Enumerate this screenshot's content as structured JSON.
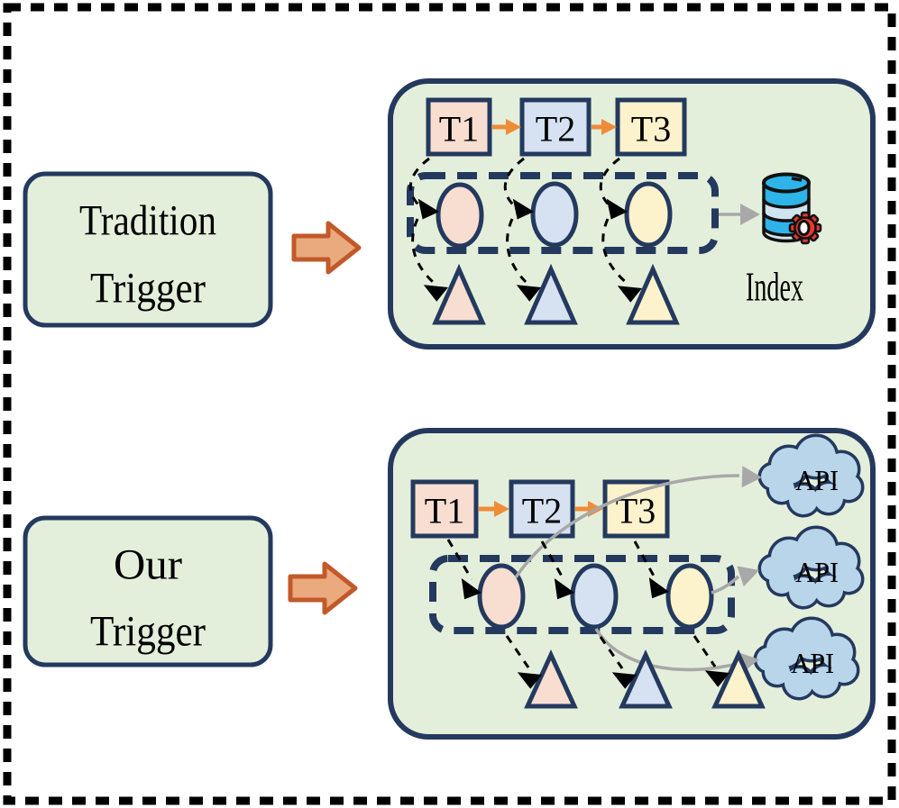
{
  "figure": {
    "rows": {
      "traditional": {
        "label": {
          "line1": "Tradition",
          "line2": "Trigger"
        },
        "tasks": {
          "t1": "T1",
          "t2": "T2",
          "t3": "T3"
        },
        "sink": {
          "label": "Index"
        }
      },
      "ours": {
        "label": {
          "line1": "Our",
          "line2": "Trigger"
        },
        "tasks": {
          "t1": "T1",
          "t2": "T2",
          "t3": "T3"
        },
        "apis": {
          "api1": "API",
          "api2": "API",
          "api3": "API"
        }
      }
    },
    "colors": {
      "panel_green": "#e4efdb",
      "outline_navy": "#24395e",
      "task1_peach": "#f8ddd1",
      "task2_blue": "#d6e2f2",
      "task3_yellow": "#fcf2cc",
      "cloud_blue": "#b9d5ea",
      "arrow_orange": "#ef8c38",
      "block_arrow_fill": "#ebaa7d",
      "block_arrow_stroke": "#c2592b",
      "connector_gray": "#a8a8a8",
      "database_cyan": "#2eb4e9",
      "database_pale": "#cfe4ef",
      "gear_red": "#e8392e",
      "outer_border_black": "#000000"
    }
  }
}
